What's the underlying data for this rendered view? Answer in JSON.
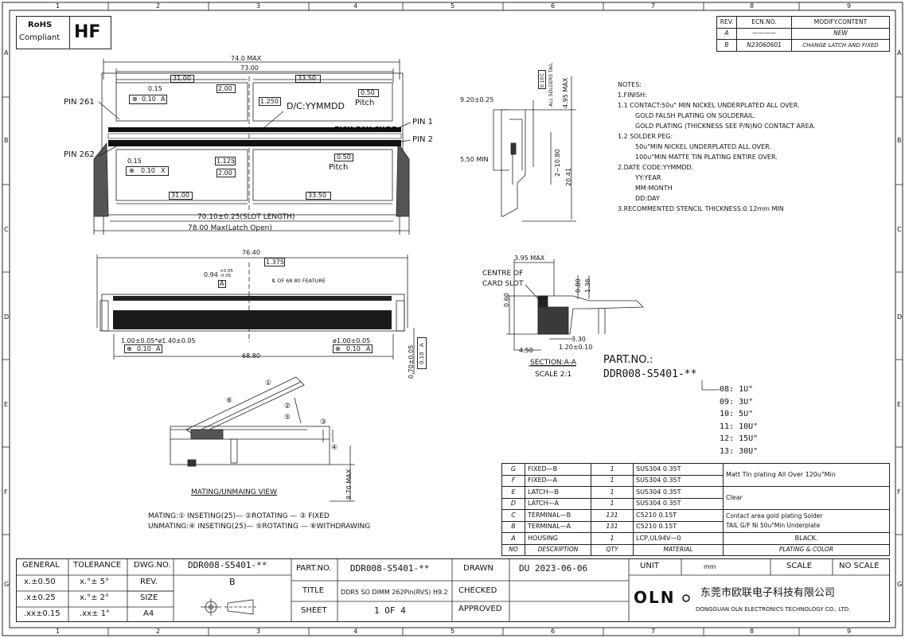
{
  "frame": {
    "col_labels": [
      "1",
      "2",
      "3",
      "4",
      "5",
      "6",
      "7",
      "8",
      "9"
    ],
    "row_labels": [
      "A",
      "B",
      "C",
      "D",
      "E",
      "F",
      "G"
    ]
  },
  "badge": {
    "rohs": "RoHS",
    "compliant": "Compliant",
    "hf": "HF"
  },
  "revision": {
    "headers": [
      "REV.",
      "ECN.NO.",
      "MODIFY.CONTENT"
    ],
    "rows": [
      {
        "rev": "A",
        "ecn": "————",
        "content": "NEW"
      },
      {
        "rev": "B",
        "ecn": "N23060601",
        "content": "CHANGE LATCH AND FIXED"
      }
    ]
  },
  "top_view": {
    "dim_74": "74.0 MAX",
    "dim_73": "73.00",
    "dim_31_top": "31.00",
    "dim_33_top": "33.50",
    "dim_015_top": "0.15",
    "tol_top": "0.10",
    "datum_top": "A",
    "dim_200_top": "2.00",
    "dim_1250": "1.250",
    "dc": "D/C:YYMMDD",
    "pitch_val_top": "0.50",
    "pitch_top": "Pitch",
    "body_mark": "DDR5 RVS H9.2",
    "xx_mark": "XXXXXX",
    "pin1": "PIN 1",
    "pin2": "PIN 2",
    "pin261": "PIN 261",
    "pin262": "PIN 262",
    "dim_015_bot": "0.15",
    "tol_bot": "0.10",
    "datum_bot": "X",
    "dim_1125": "1.125",
    "dim_200_bot": "2.00",
    "pitch_val_bot": "0.50",
    "pitch_bot": "Pitch",
    "dim_31_bot": "31.00",
    "dim_33_bot": "33.50",
    "slot_length": "70.10±0.25(SLOT LENGTH)",
    "latch_open": "78.00 Max(Latch Open)"
  },
  "side_view": {
    "dim_920": "9.20±0.25",
    "dim_495": "4.95 MAX",
    "all_solders": "ALL SOLDERS TAIL",
    "tol_side": "0.10",
    "datum_side": "C",
    "dim_550": "5.50 MIN",
    "dim_2_1080": "2~10.80",
    "dim_2041": "20.41"
  },
  "notes": {
    "lines": [
      "NOTES:",
      "1.FINISH:",
      "1.1 CONTACT:50u\" MIN NICKEL UNDERPLATED ALL OVER.",
      "GOLD FALSH PLATING ON SOLDERAIL.",
      "GOLD PLATING (THICKNESS SEE P/N)NO CONTACT AREA.",
      "1.2 SOLDER PEG:",
      "50u\"MIN NICKEL UNDERPLATED ALL OVER.",
      "100u\"MIN MATTE TIN PLATING ENTIRE OVER.",
      "2.DATE CODE:YYMMDD.",
      "YY:YEAR",
      "MM:MONTH",
      "DD:DAY",
      "3.RECOMMENTED STENCIL THICKNESS:0.12mm MIN"
    ]
  },
  "front_view": {
    "dim_7640": "76.40",
    "dim_1375": "1.375",
    "dim_094": "0.94",
    "dim_094_tol_up": "+0.05",
    "dim_094_tol_dn": "-0.05",
    "datum_a": "A",
    "center_note": "℄ OF 68.80 FEATURE",
    "hole_left": "1.00±0.05*ø1.40±0.05",
    "tol_left": "0.10",
    "datum_left": "A",
    "hole_right": "ø1.00±0.05",
    "tol_right": "0.10",
    "datum_right": "A",
    "dim_6880": "68.80",
    "dim_070": "0.70±0.05",
    "tol_vert": "0.10",
    "datum_vert": "A"
  },
  "section": {
    "dim_395": "3.95 MAX",
    "centre_of": "CENTRE OF",
    "card_slot": "CARD SLOT",
    "dim_060": "0.60",
    "dim_080": "0.80",
    "dim_136": "1.36",
    "dim_330": "3.30",
    "dim_450": "4.50",
    "dim_120": "1.20±0.10",
    "title": "SECTION:A-A",
    "scale": "SCALE 2:1"
  },
  "partno": {
    "label": "PART.NO.:",
    "value": "DDR008-S5401-**",
    "options": [
      "08:  1U\"",
      "09:  3U\"",
      "10:  5U\"",
      "11:  10U\"",
      "12:  15U\"",
      "13:  30U\""
    ]
  },
  "mating": {
    "caption": "MATING/UNMAING VIEW",
    "mating_line": "MATING:① INSETING(25)— ②ROTATING — ③ FIXED",
    "unmating_line": "UNMATING:④ INSETING(25)— ⑤ROTATING — ⑥WITHDRAWING",
    "dim_970": "9.70 MAX",
    "marks": [
      "①",
      "②",
      "③",
      "④",
      "⑤",
      "⑥"
    ]
  },
  "bom": {
    "rows": [
      {
        "no": "G",
        "desc": "FIXED—B",
        "qty": "1",
        "mat": "SUS304  0.35T"
      },
      {
        "no": "F",
        "desc": "FIXED—A",
        "qty": "1",
        "mat": "SUS304  0.35T"
      },
      {
        "no": "E",
        "desc": "LATCH—B",
        "qty": "1",
        "mat": "SUS304  0.35T"
      },
      {
        "no": "D",
        "desc": "LATCH—A",
        "qty": "1",
        "mat": "SUS304  0.35T"
      },
      {
        "no": "C",
        "desc": "TERMINAL—B",
        "qty": "131",
        "mat": "C5210  0.15T"
      },
      {
        "no": "B",
        "desc": "TERMINAL—A",
        "qty": "131",
        "mat": "C5210  0.15T"
      },
      {
        "no": "A",
        "desc": "HOUSING",
        "qty": "1",
        "mat": "LCP,UL94V—0"
      }
    ],
    "header": {
      "no": "NO",
      "desc": "DESCRIPTION",
      "qty": "QTY",
      "mat": "MATERIAL",
      "plating": "PLATING & COLOR"
    },
    "plating": {
      "fixed": "Matt Tin plating All Over 120u\"Min",
      "latch": "Clear",
      "term_1": "Contact area gold plating Solder",
      "term_2": "TAIL G/F Ni 50u\"Min Underplate",
      "housing": "BLACK."
    }
  },
  "title_block": {
    "general": "GENERAL",
    "tolerance": "TOLERANCE",
    "dwg_no_label": "DWG.NO.",
    "dwg_no": "DDR008-S5401-**",
    "tol_rows": [
      {
        "a": "x.±0.50",
        "b": "x.°± 5°"
      },
      {
        "a": ".x±0.25",
        "b": "x.°± 2°"
      },
      {
        "a": ".xx±0.15",
        "b": ".xx± 1°"
      }
    ],
    "rev_label": "REV.",
    "rev": "B",
    "size_label": "SIZE",
    "size": "A4",
    "part_no_label": "PART.NO.",
    "part_no": "DDR008-S5401-**",
    "drawn_label": "DRAWN",
    "drawn": "DU  2023-06-06",
    "title_label": "TITLE",
    "title": "DDR5 SO DIMM 262Pin(RVS) H9.2",
    "checked_label": "CHECKED",
    "sheet_label": "SHEET",
    "sheet": "1  OF  4",
    "approved_label": "APPROVED",
    "unit_label": "UNIT",
    "unit": "mm",
    "scale_label": "SCALE",
    "scale": "NO SCALE",
    "company_cn": "东莞市欧联电子科技有限公司",
    "company_en": "DONGGUAN OLN ELECTRONICS TECHNOLOGY CO., LTD.",
    "logo": "OLN"
  }
}
